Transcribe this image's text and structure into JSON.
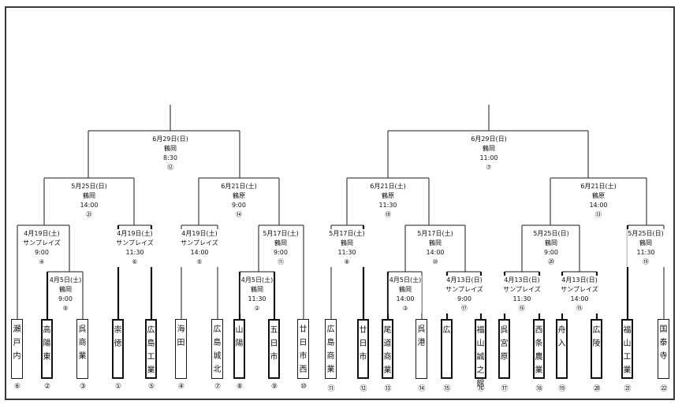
{
  "teams": [
    {
      "name": "瀬戸内",
      "seed": "⑥"
    },
    {
      "name": "高陽東",
      "seed": "②"
    },
    {
      "name": "呉商業",
      "seed": "③"
    },
    {
      "name": "崇徳",
      "seed": "①"
    },
    {
      "name": "広島工業",
      "seed": "⑤"
    },
    {
      "name": "海田",
      "seed": "④"
    },
    {
      "name": "広島城北",
      "seed": "⑦"
    },
    {
      "name": "山陽",
      "seed": "⑧"
    },
    {
      "name": "五日市",
      "seed": "⑨"
    },
    {
      "name": "廿日市西",
      "seed": "⑩"
    },
    {
      "name": "広島商業",
      "seed": "⑪"
    },
    {
      "name": "廿日市",
      "seed": "⑫"
    },
    {
      "name": "尾道商業",
      "seed": "⑬"
    },
    {
      "name": "呉港",
      "seed": "⑭"
    },
    {
      "name": "広",
      "seed": "⑮"
    },
    {
      "name": "福山誠之館",
      "seed": "⑯"
    },
    {
      "name": "呉宮原",
      "seed": "⑰"
    },
    {
      "name": "西条農業",
      "seed": "⑱"
    },
    {
      "name": "舟入",
      "seed": "⑲"
    },
    {
      "name": "広陵",
      "seed": "⑳"
    },
    {
      "name": "福山工業",
      "seed": "㉑"
    },
    {
      "name": "国泰寺",
      "seed": "㉒"
    }
  ],
  "matches": {
    "m1": {
      "date": "4月19日(土)",
      "venue": "サンプレイズ",
      "time": "9:00",
      "num": "④"
    },
    "m2": {
      "date": "4月5日(土)",
      "venue": "鶴岡",
      "time": "9:00",
      "num": "⑨"
    },
    "m3": {
      "date": "4月19日(土)",
      "venue": "サンプレイズ",
      "time": "11:30",
      "num": "⑥"
    },
    "m4": {
      "date": "4月19日(土)",
      "venue": "サンプレイズ",
      "time": "14:00",
      "num": "⑤"
    },
    "m5": {
      "date": "5月17日(土)",
      "venue": "鶴岡",
      "time": "9:00",
      "num": "⑪"
    },
    "m6": {
      "date": "4月5日(土)",
      "venue": "鶴岡",
      "time": "11:30",
      "num": "②"
    },
    "m7": {
      "date": "5月17日(土)",
      "venue": "鶴岡",
      "time": "11:30",
      "num": "⑧"
    },
    "m8": {
      "date": "5月17日(土)",
      "venue": "鶴岡",
      "time": "14:00",
      "num": "⑩"
    },
    "m9": {
      "date": "4月5日(土)",
      "venue": "鶴岡",
      "time": "14:00",
      "num": "③"
    },
    "m10": {
      "date": "4月13日(日)",
      "venue": "サンプレイズ",
      "time": "9:00",
      "num": "⑰"
    },
    "m11": {
      "date": "5月25日(日)",
      "venue": "鶴岡",
      "time": "9:00",
      "num": "⑳"
    },
    "m12": {
      "date": "4月13日(日)",
      "venue": "サンプレイズ",
      "time": "11:30",
      "num": "⑯"
    },
    "m13": {
      "date": "4月13日(日)",
      "venue": "サンプレイズ",
      "time": "14:00",
      "num": "⑮"
    },
    "m14": {
      "date": "5月25日(日)",
      "venue": "鶴岡",
      "time": "11:30",
      "num": "⑲"
    },
    "q1": {
      "date": "5月25日(日)",
      "venue": "鶴岡",
      "time": "14:00",
      "num": "㉑"
    },
    "q2": {
      "date": "6月21日(土)",
      "venue": "鶴原",
      "time": "9:00",
      "num": "⑭"
    },
    "q3": {
      "date": "6月21日(土)",
      "venue": "鶴原",
      "time": "11:30",
      "num": "⑱"
    },
    "q4": {
      "date": "6月21日(土)",
      "venue": "鶴原",
      "time": "14:00",
      "num": "⑬"
    },
    "s1": {
      "date": "6月29日(日)",
      "venue": "鶴岡",
      "time": "8:30",
      "num": "⑫"
    },
    "s2": {
      "date": "6月29日(日)",
      "venue": "鶴岡",
      "time": "11:00",
      "num": "⑦"
    }
  }
}
